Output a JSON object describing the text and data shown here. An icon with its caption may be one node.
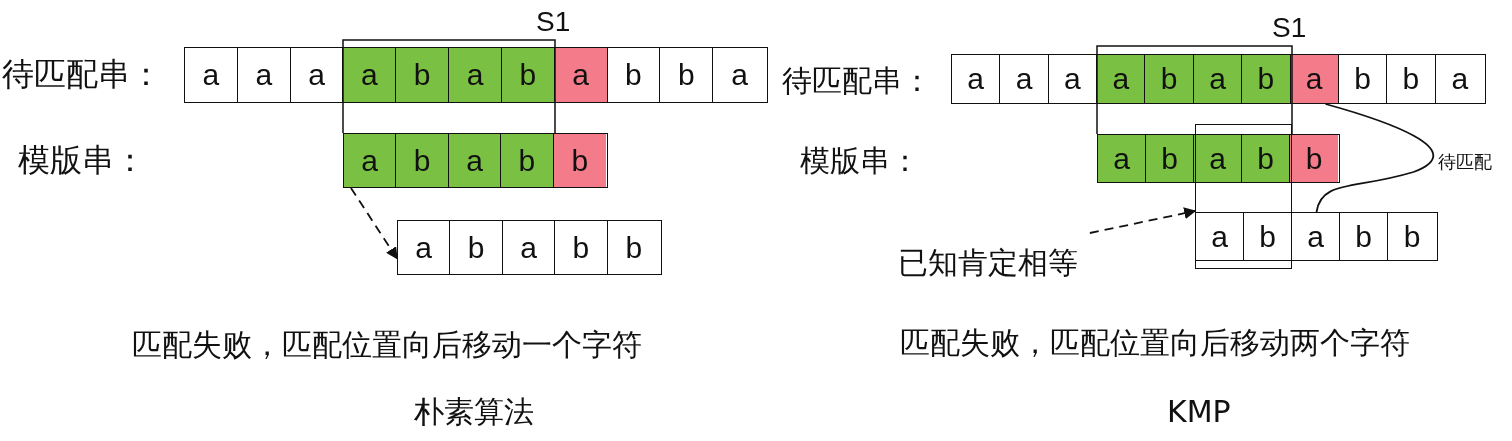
{
  "diagram": {
    "nodes": [
      {
        "text": [
          "a",
          "a",
          "a",
          "a",
          "b",
          "a",
          "b",
          "a",
          "b",
          "b",
          "a"
        ],
        "beside": [
          "待匹配串："
        ]
      },
      {
        "text": [
          "a",
          "b",
          "a",
          "b",
          "b"
        ]
      },
      {
        "text": [
          "a",
          "b",
          "a",
          "b",
          "b"
        ]
      },
      {
        "text": [
          "a",
          "a",
          "a",
          "a",
          "b",
          "a",
          "b",
          "a",
          "b",
          "b",
          "a"
        ],
        "beside": [
          "待匹配串："
        ]
      },
      {
        "text": [
          "a",
          "b",
          "a",
          "b",
          "b"
        ]
      },
      {
        "text": [],
        "shape": "box"
      },
      {
        "text": [
          "a",
          "b",
          "a",
          "b",
          "b"
        ]
      },
      {
        "text": [
          "已知肯定相等"
        ]
      }
    ],
    "edges": [
      {
        "from": 1,
        "to": 2,
        "arrow": "to",
        "style": "dashed"
      },
      {
        "from": 3,
        "to": 6,
        "arrow": "none",
        "label": "待匹配"
      },
      {
        "from": 7,
        "to": 5,
        "arrow": "to",
        "style": "dashed"
      }
    ],
    "labels": [
      "S1",
      "S1",
      "模版串：",
      "模版串：",
      "匹配失败，匹配位置向后移动一个字符",
      "匹配失败，匹配位置向后移动两个字符",
      "朴素算法",
      "KMP"
    ]
  }
}
